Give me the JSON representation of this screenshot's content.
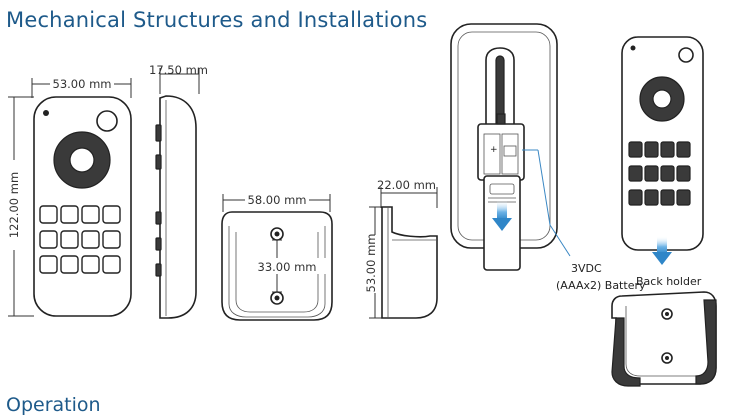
{
  "headings": {
    "mechanical": "Mechanical Structures and Installations",
    "operation": "Operation"
  },
  "dimensions": {
    "remote_width": "53.00 mm",
    "remote_height": "122.00 mm",
    "remote_depth": "17.50 mm",
    "holder_width": "58.00 mm",
    "holder_hole_spacing": "33.00 mm",
    "holder_depth": "22.00 mm",
    "holder_height": "53.00 mm"
  },
  "labels": {
    "battery_line1": "3VDC",
    "battery_line2": "(AAAx2) Battery",
    "back_holder": "Back holder"
  },
  "colors": {
    "heading": "#1e5a8a",
    "callout": "#3b88c4",
    "arrow": "#2f86c8"
  },
  "icons": [
    "down-arrow-icon",
    "battery-icon",
    "screw-hole-icon"
  ]
}
